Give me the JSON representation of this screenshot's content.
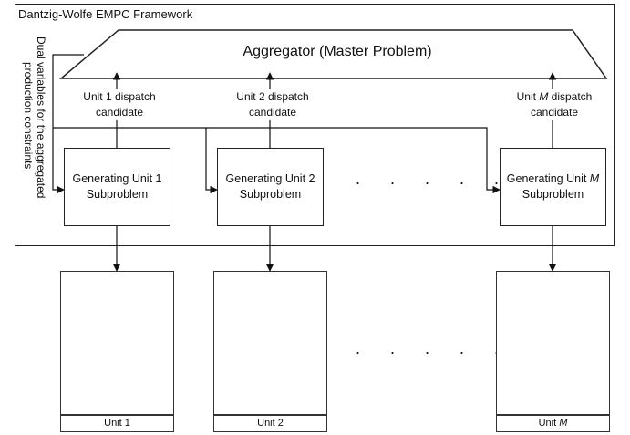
{
  "framework": {
    "title": "Dantzig-Wolfe EMPC Framework"
  },
  "aggregator": {
    "label": "Aggregator (Master Problem)"
  },
  "dual_variables": {
    "line1": "Dual variables for the aggregated",
    "line2": "production constraints"
  },
  "candidates": [
    {
      "line1a": "Unit 1 dispatch",
      "line2": "candidate"
    },
    {
      "line1a": "Unit 2 dispatch",
      "line2": "candidate"
    },
    {
      "line1a": "Unit ",
      "italic": "M",
      "line1b": " dispatch",
      "line2": "candidate"
    }
  ],
  "subproblems": [
    {
      "line1a": "Generating Unit 1",
      "line2": "Subproblem"
    },
    {
      "line1a": "Generating Unit 2",
      "line2": "Subproblem"
    },
    {
      "line1a": "Generating Unit ",
      "italic": "M",
      "line2": "Subproblem"
    }
  ],
  "ellipsis": ". . . . .",
  "units": [
    {
      "labela": "Unit 1"
    },
    {
      "labela": "Unit 2"
    },
    {
      "labela": "Unit ",
      "italic": "M"
    }
  ],
  "icons": {
    "plant": "power-plant-icon"
  }
}
